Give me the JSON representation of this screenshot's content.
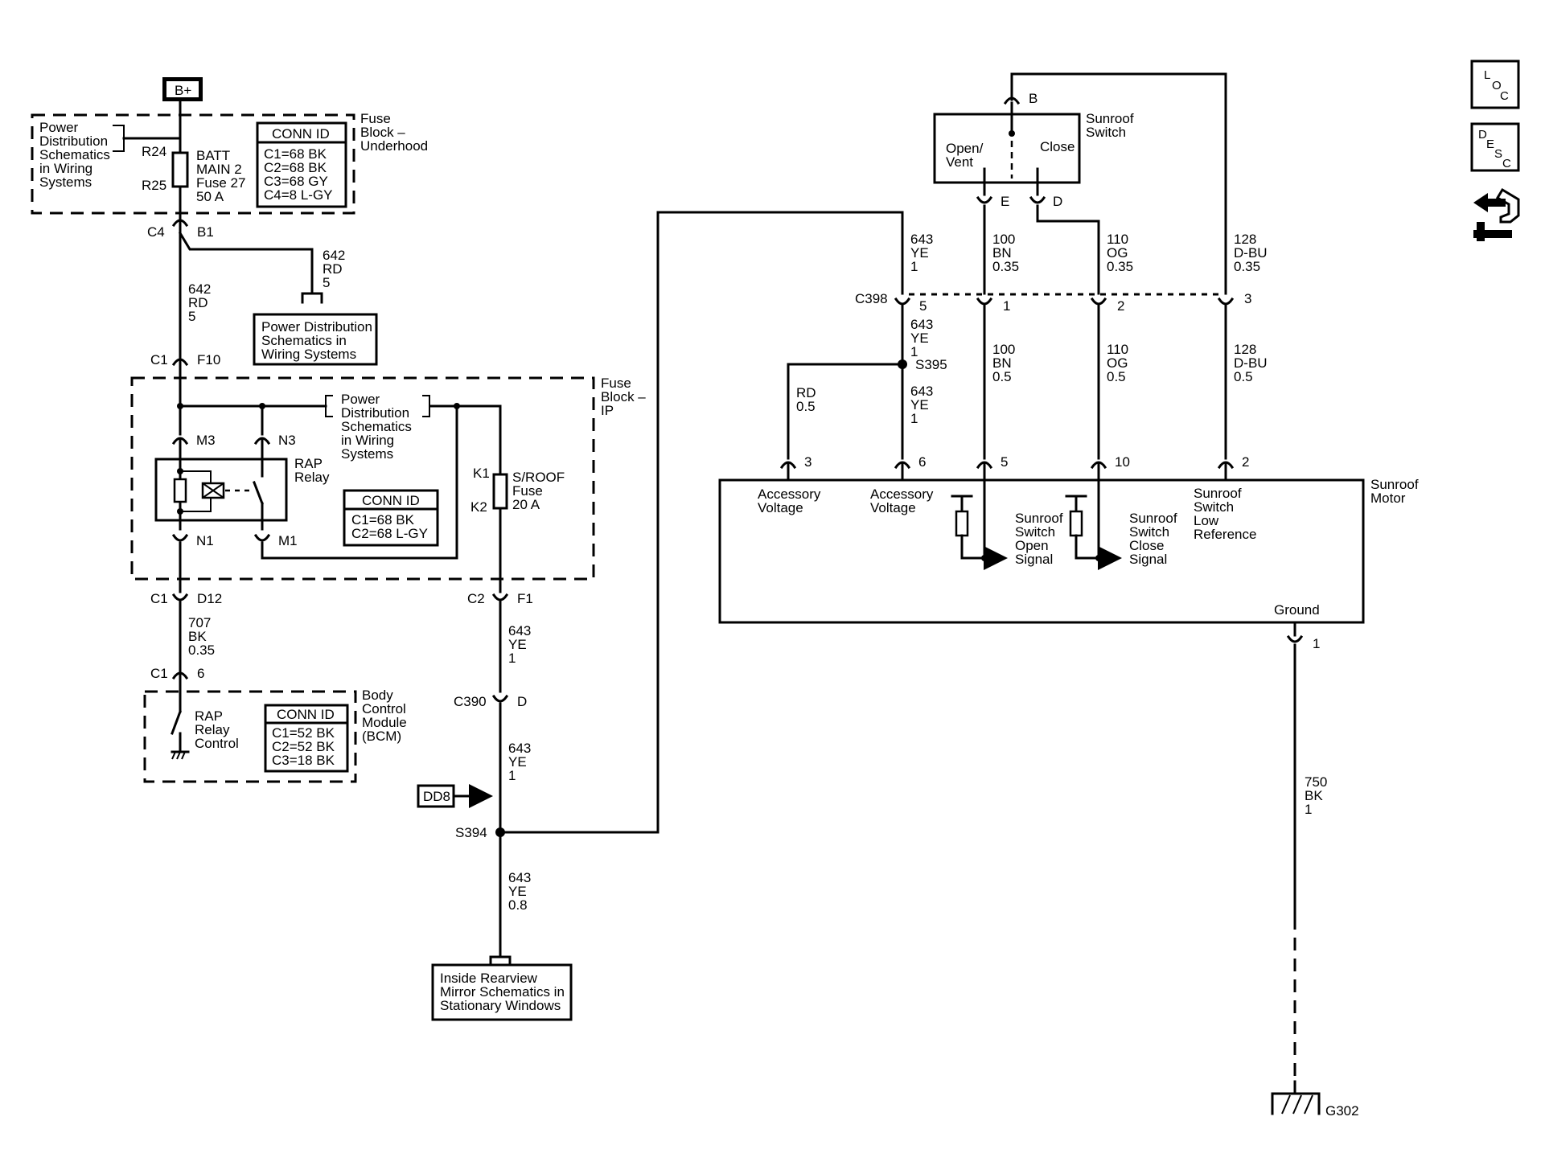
{
  "power": {
    "bplus": "B+"
  },
  "fuse_underhood": {
    "title": [
      "Fuse",
      "Block –",
      "Underhood"
    ],
    "pd_note": [
      "Power",
      "Distribution",
      "Schematics",
      "in Wiring",
      "Systems"
    ],
    "terminal_top": "R24",
    "terminal_bottom": "R25",
    "fuse_label": [
      "BATT",
      "MAIN 2",
      "Fuse 27",
      "50 A"
    ],
    "conn_header": "CONN ID",
    "conn_rows": [
      "C1=68 BK",
      "C2=68 BK",
      "C3=68 GY",
      "C4=8 L-GY"
    ],
    "out_conn": "C4",
    "out_pin": "B1"
  },
  "wire_642_branch": [
    "642",
    "RD",
    "5"
  ],
  "wire_642_main": [
    "642",
    "RD",
    "5"
  ],
  "pd_box": [
    "Power Distribution",
    "Schematics in",
    "Wiring Systems"
  ],
  "fuse_ip": {
    "title": [
      "Fuse",
      "Block –",
      "IP"
    ],
    "in_conn": "C1",
    "in_pin": "F10",
    "pins": {
      "m3": "M3",
      "n3": "N3",
      "n1": "N1",
      "m1": "M1",
      "k1": "K1",
      "k2": "K2"
    },
    "relay_label": [
      "RAP",
      "Relay"
    ],
    "pd_note": [
      "Power",
      "Distribution",
      "Schematics",
      "in Wiring",
      "Systems"
    ],
    "fuse_label": [
      "S/ROOF",
      "Fuse",
      "20 A"
    ],
    "conn_header": "CONN ID",
    "conn_rows": [
      "C1=68 BK",
      "C2=68 L-GY"
    ],
    "out_left_conn": "C1",
    "out_left_pin": "D12",
    "out_right_conn": "C2",
    "out_right_pin": "F1"
  },
  "wire_707": [
    "707",
    "BK",
    "0.35"
  ],
  "bcm": {
    "title": [
      "Body",
      "Control",
      "Module",
      "(BCM)"
    ],
    "in_conn": "C1",
    "in_pin": "6",
    "label": [
      "RAP",
      "Relay",
      "Control"
    ],
    "conn_header": "CONN ID",
    "conn_rows": [
      "C1=52 BK",
      "C2=52 BK",
      "C3=18 BK"
    ]
  },
  "wire_643_a": [
    "643",
    "YE",
    "1"
  ],
  "c390": {
    "conn": "C390",
    "pin": "D"
  },
  "wire_643_b": [
    "643",
    "YE",
    "1"
  ],
  "dd8": "DD8",
  "s394": "S394",
  "wire_643_c": [
    "643",
    "YE",
    "0.8"
  ],
  "mirror_box": [
    "Inside Rearview",
    "Mirror Schematics in",
    "Stationary Windows"
  ],
  "sunroof_switch": {
    "title": [
      "Sunroof",
      "Switch"
    ],
    "pin_b": "B",
    "pin_e": "E",
    "pin_d": "D",
    "open_label": [
      "Open/",
      "Vent"
    ],
    "close_label": "Close"
  },
  "c398": {
    "conn": "C398",
    "pins": [
      "5",
      "1",
      "2",
      "3"
    ]
  },
  "wires_upper": [
    [
      "643",
      "YE",
      "1"
    ],
    [
      "100",
      "BN",
      "0.35"
    ],
    [
      "110",
      "OG",
      "0.35"
    ],
    [
      "128",
      "D-BU",
      "0.35"
    ]
  ],
  "wires_lower": [
    [
      "643",
      "YE",
      "1"
    ],
    [
      "100",
      "BN",
      "0.5"
    ],
    [
      "110",
      "OG",
      "0.5"
    ],
    [
      "128",
      "D-BU",
      "0.5"
    ]
  ],
  "s395": "S395",
  "wire_643_d": [
    "643",
    "YE",
    "1"
  ],
  "wire_rd": [
    "RD",
    "0.5"
  ],
  "motor": {
    "title": [
      "Sunroof",
      "Motor"
    ],
    "pins": [
      "3",
      "6",
      "5",
      "10",
      "2"
    ],
    "acc1": [
      "Accessory",
      "Voltage"
    ],
    "acc2": [
      "Accessory",
      "Voltage"
    ],
    "open_sig": [
      "Sunroof",
      "Switch",
      "Open",
      "Signal"
    ],
    "close_sig": [
      "Sunroof",
      "Switch",
      "Close",
      "Signal"
    ],
    "low_ref": [
      "Sunroof",
      "Switch",
      "Low",
      "Reference"
    ],
    "ground": "Ground",
    "ground_pin": "1"
  },
  "wire_750": [
    "750",
    "BK",
    "1"
  ],
  "g302": "G302",
  "side_icons": {
    "loc": [
      "L",
      "O",
      "C"
    ],
    "desc": [
      "D",
      "E",
      "S",
      "C"
    ]
  }
}
